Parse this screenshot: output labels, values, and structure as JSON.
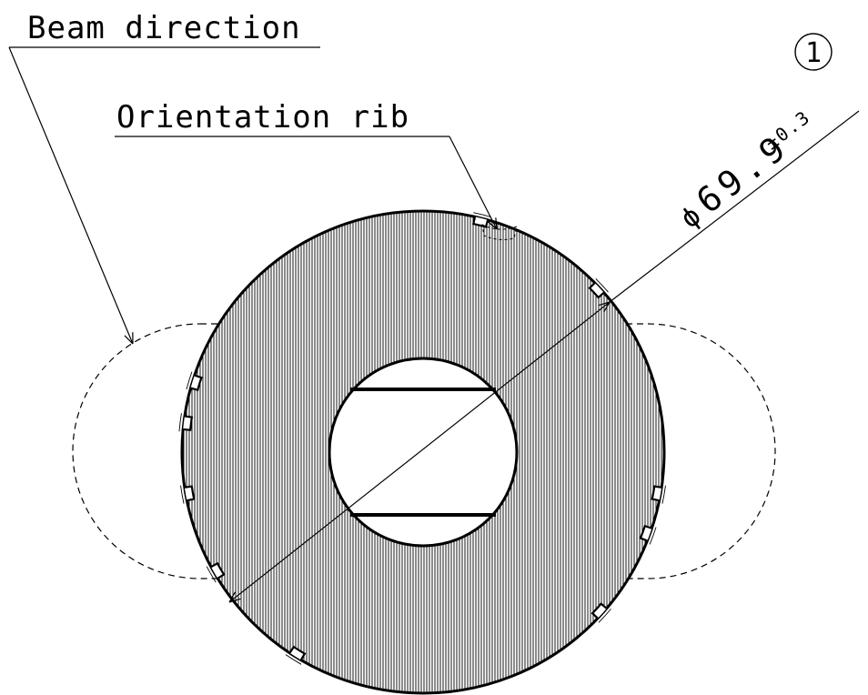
{
  "labels": {
    "beam_direction": "Beam direction",
    "orientation_rib": "Orientation rib"
  },
  "dimension": {
    "symbol": "ϕ",
    "value": "69.9",
    "tolerance": "±0.3"
  },
  "callout": {
    "number": "1"
  },
  "colors": {
    "line": "#000000",
    "hatch": "#000000",
    "background": "#ffffff"
  }
}
